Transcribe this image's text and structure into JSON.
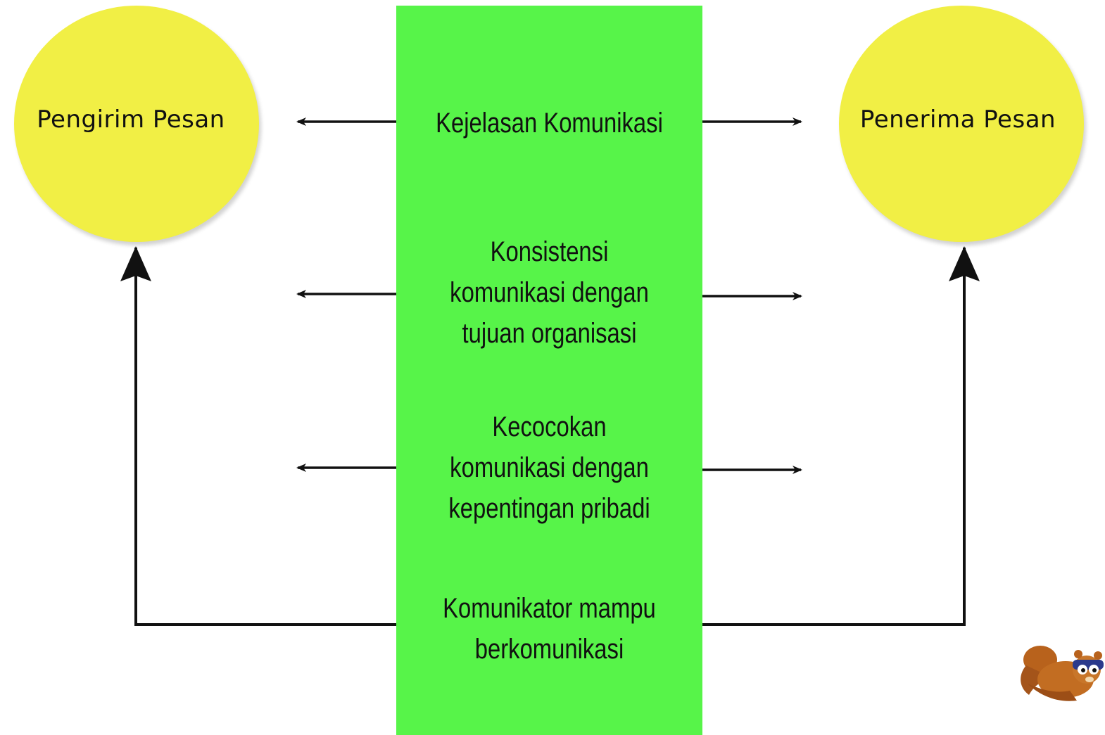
{
  "colors": {
    "circle_fill": "#f1ef45",
    "panel_fill": "#57f449",
    "line": "#111111",
    "background": "#ffffff",
    "mascot_body": "#b8621c"
  },
  "nodes": {
    "sender": "Pengirim Pesan",
    "receiver": "Penerima Pesan"
  },
  "factors": [
    "Kejelasan Komunikasi",
    "Konsistensi\nkomunikasi dengan\ntujuan organisasi",
    "Kecocokan\nkomunikasi dengan\nkepentingan pribadi",
    "Komunikator mampu\nberkomunikasi"
  ],
  "icons": {
    "mascot": "flying-squirrel-mascot-icon"
  }
}
